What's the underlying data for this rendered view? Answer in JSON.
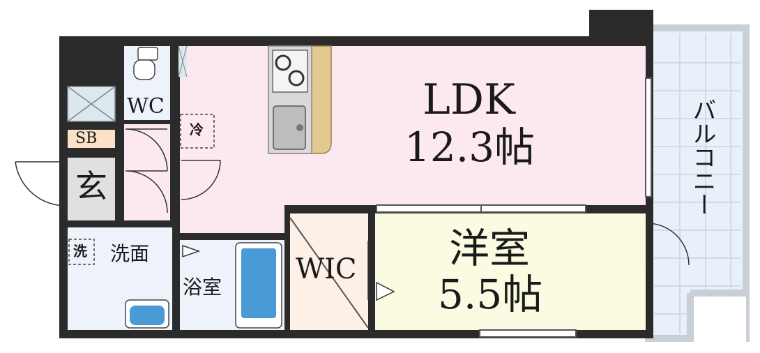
{
  "rooms": {
    "ldk": {
      "name": "LDK",
      "size": "12.3帖"
    },
    "western": {
      "name": "洋室",
      "size": "5.5帖"
    },
    "wic": {
      "name": "WIC"
    },
    "bath": {
      "name": "浴室"
    },
    "washroom": {
      "name": "洗面"
    },
    "entrance": {
      "name": "玄"
    },
    "toilet": {
      "name": "WC"
    },
    "shoebox": {
      "name": "SB"
    },
    "balcony": {
      "name": "バルコニー"
    }
  },
  "markers": {
    "fridge": "冷",
    "washer": "洗"
  },
  "colors": {
    "ldk_fill": "#fce8f0",
    "western_fill": "#fafbe0",
    "wic_fill": "#fdf0e6",
    "wet_fill": "#eef3fb",
    "balcony_fill": "#e8f1fa",
    "wall": "#2b2b2b",
    "counter": "#e2c98d"
  }
}
